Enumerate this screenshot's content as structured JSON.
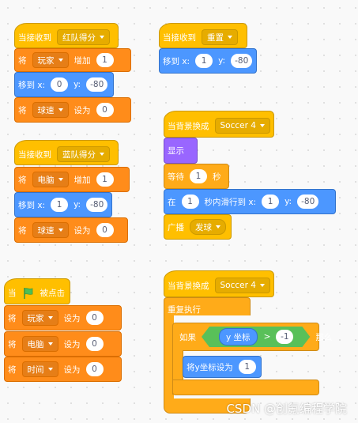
{
  "colors": {
    "events": "#ffbf00",
    "variables": "#ff8c1a",
    "motion": "#4c97ff",
    "control": "#ffab19",
    "looks": "#9966ff",
    "operators": "#59c059"
  },
  "s1": {
    "hat": "当接收到",
    "msg": "红队得分",
    "b1_a": "将",
    "b1_var": "玩家",
    "b1_b": "增加",
    "b1_val": "1",
    "go": "移到 x:",
    "gx": "0",
    "gy_label": "y:",
    "gy": "-80",
    "b3_a": "将",
    "b3_var": "球速",
    "b3_b": "设为",
    "b3_val": "0"
  },
  "s2": {
    "hat": "当接收到",
    "msg": "蓝队得分",
    "b1_a": "将",
    "b1_var": "电脑",
    "b1_b": "增加",
    "b1_val": "1",
    "go": "移到 x:",
    "gx": "1",
    "gy_label": "y:",
    "gy": "-80",
    "b3_a": "将",
    "b3_var": "球速",
    "b3_b": "设为",
    "b3_val": "0"
  },
  "s3": {
    "hat_a": "当",
    "flag_icon": "green-flag-icon",
    "hat_b": "被点击",
    "rows": [
      {
        "a": "将",
        "var": "玩家",
        "b": "设为",
        "val": "0"
      },
      {
        "a": "将",
        "var": "电脑",
        "b": "设为",
        "val": "0"
      },
      {
        "a": "将",
        "var": "时间",
        "b": "设为",
        "val": "0"
      }
    ]
  },
  "s4": {
    "hat": "当接收到",
    "msg": "重置",
    "go": "移到 x:",
    "gx": "1",
    "gy_label": "y:",
    "gy": "-80"
  },
  "s5": {
    "hat": "当背景换成",
    "backdrop": "Soccer 4",
    "show": "显示",
    "wait_a": "等待",
    "wait_val": "1",
    "wait_b": "秒",
    "glide_a": "在",
    "glide_val": "1",
    "glide_b": "秒内滑行到 x:",
    "glide_x": "1",
    "glide_y_label": "y:",
    "glide_y": "-80",
    "broadcast": "广播",
    "broadcast_msg": "发球"
  },
  "s6": {
    "hat": "当背景换成",
    "backdrop": "Soccer 4",
    "forever": "重复执行",
    "if_a": "如果",
    "reporter": "y 坐标",
    "op": ">",
    "cmp": "-1",
    "if_b": "那么",
    "set_y": "将y坐标设为",
    "set_y_val": "1"
  },
  "watermark": "CSDN @创氪编程学院"
}
